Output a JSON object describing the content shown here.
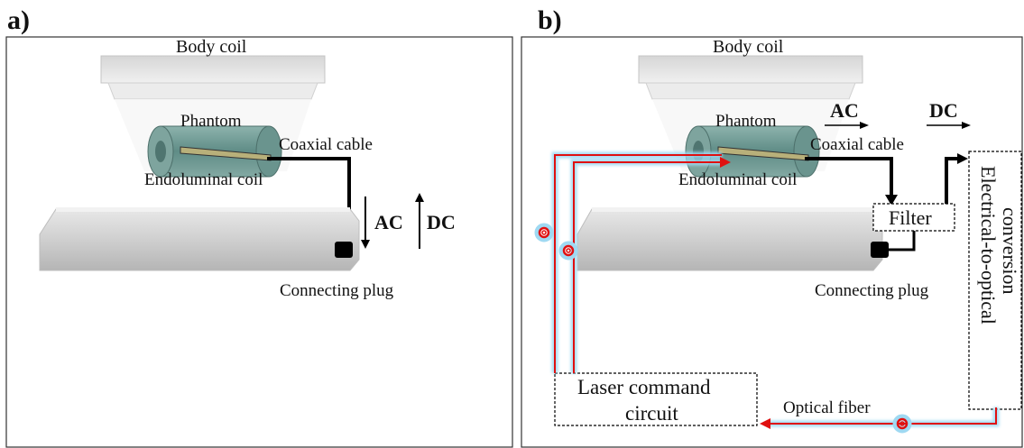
{
  "panels": [
    {
      "letter": "a)",
      "labels": {
        "body_coil": "Body coil",
        "phantom": "Phantom",
        "coaxial_cable": "Coaxial cable",
        "endoluminal_coil": "Endoluminal coil",
        "connecting_plug": "Connecting plug",
        "ac": "AC",
        "dc": "DC"
      }
    },
    {
      "letter": "b)",
      "labels": {
        "body_coil": "Body coil",
        "phantom": "Phantom",
        "coaxial_cable": "Coaxial cable",
        "endoluminal_coil": "Endoluminal coil",
        "connecting_plug": "Connecting plug",
        "ac": "AC",
        "dc": "DC",
        "filter": "Filter",
        "eo_conversion_line1": "Electrical-to-optical",
        "eo_conversion_line2": "conversion",
        "optical_fiber": "Optical fiber",
        "laser_line1": "Laser command",
        "laser_line2": "circuit"
      }
    }
  ],
  "colors": {
    "fiber": "#e01010",
    "fiber_glow": "#9fd9f2",
    "phantom": "#6f9a94",
    "cable": "#000000"
  }
}
